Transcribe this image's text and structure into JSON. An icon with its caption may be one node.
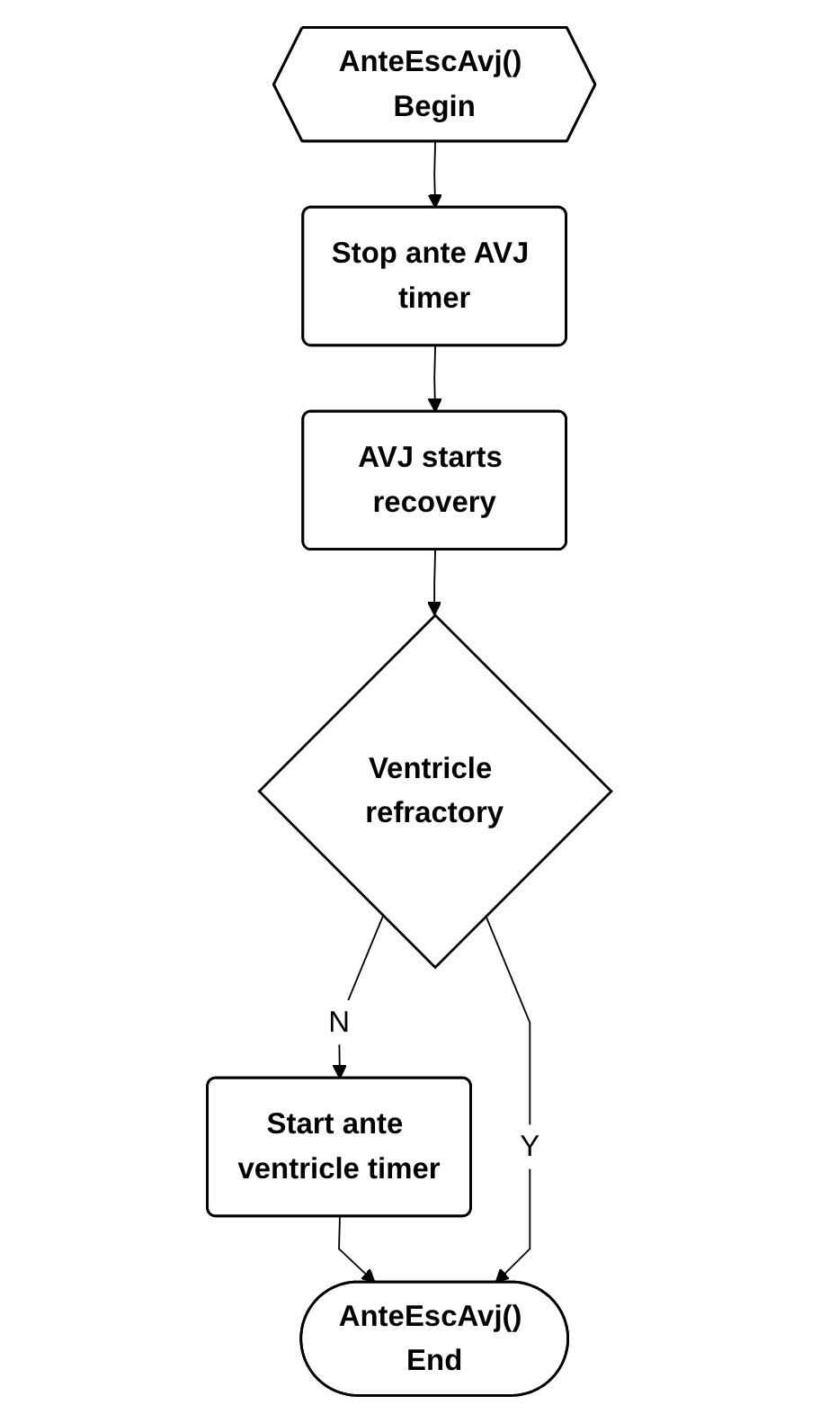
{
  "diagram": {
    "nodes": [
      {
        "text": [
          "AnteEscAvj() Begin"
        ]
      },
      {
        "text": [
          "Stop ante AVJ timer"
        ]
      },
      {
        "text": [
          "AVJ starts recovery"
        ]
      },
      {
        "text": [
          "Ventricle refractory"
        ]
      },
      {
        "text": [
          "Start ante ventricle timer"
        ]
      },
      {
        "text": [
          "AnteEscAvj() End"
        ]
      }
    ],
    "edges": [
      {
        "from": 0,
        "to": 1,
        "arrow": "to"
      },
      {
        "from": 1,
        "to": 2,
        "arrow": "to"
      },
      {
        "from": 2,
        "to": 3,
        "arrow": "to"
      },
      {
        "from": 3,
        "to": 4,
        "arrow": "to",
        "label": "N"
      },
      {
        "from": 4,
        "to": 5,
        "arrow": "to"
      },
      {
        "from": 3,
        "to": 5,
        "arrow": "to",
        "label": "Y"
      }
    ]
  }
}
